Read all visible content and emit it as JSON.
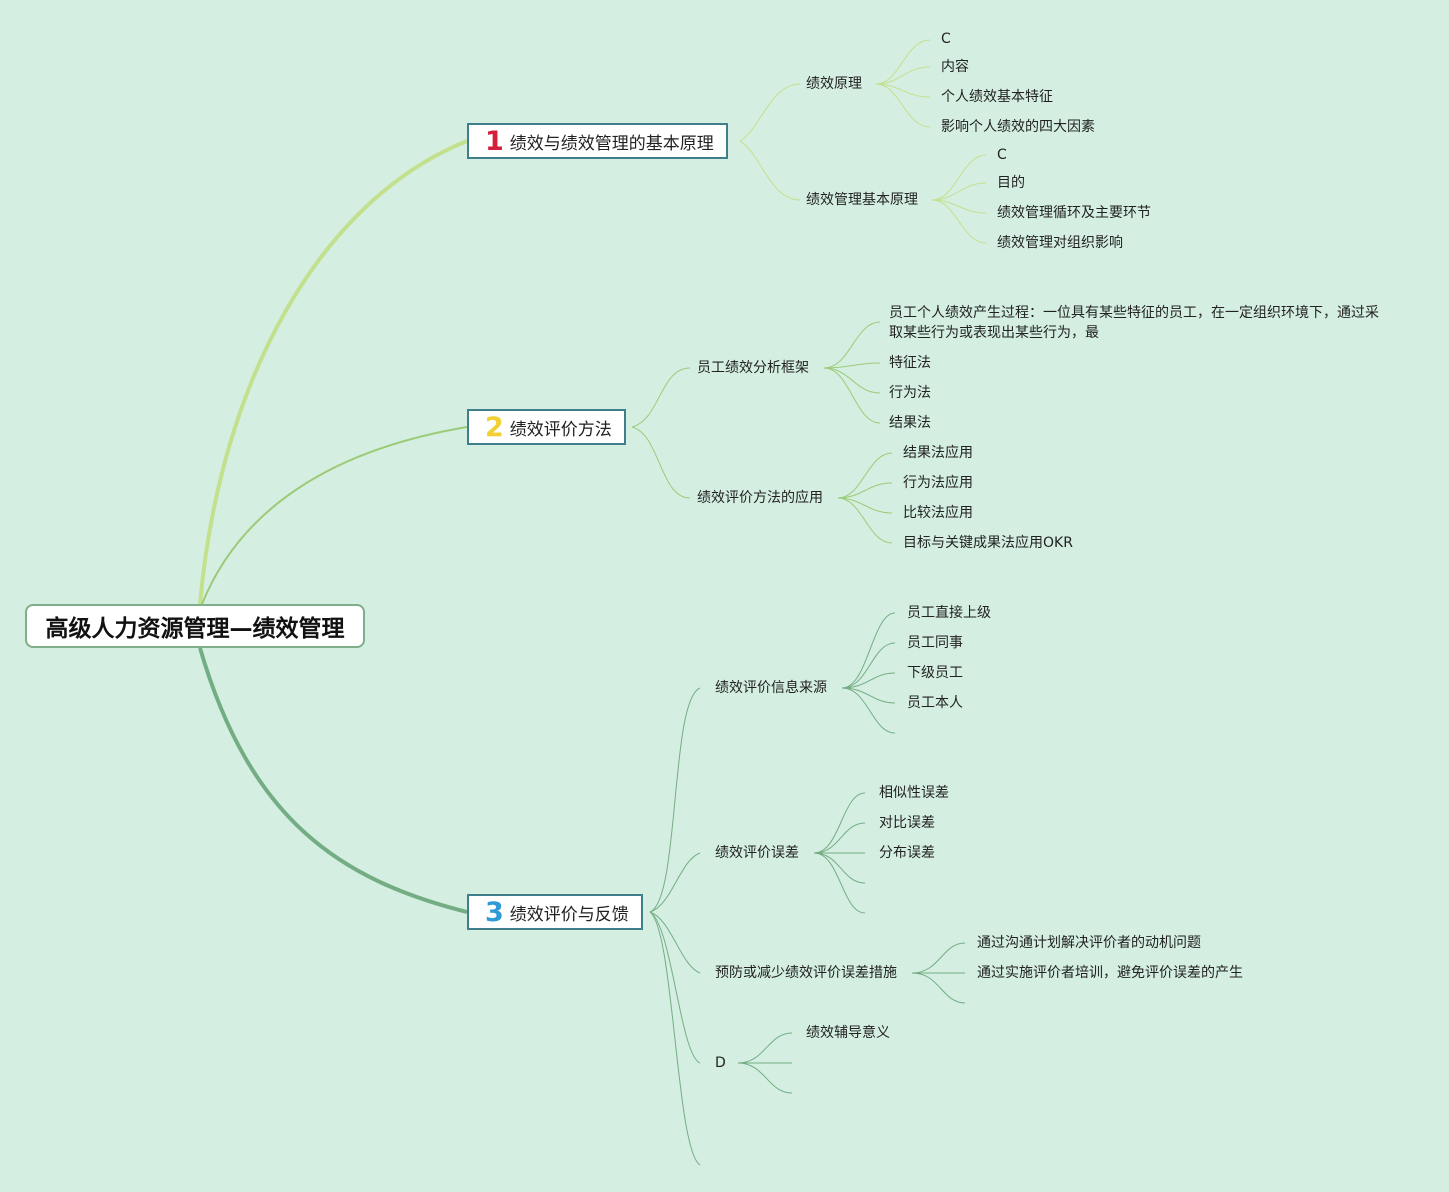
{
  "root": "高级人力资源管理—绩效管理",
  "b1": {
    "num": "1",
    "label": "绩效与绩效管理的基本原理",
    "s1": {
      "label": "绩效原理",
      "leaves": [
        "C",
        "内容",
        "个人绩效基本特征",
        "影响个人绩效的四大因素"
      ]
    },
    "s2": {
      "label": "绩效管理基本原理",
      "leaves": [
        "C",
        "目的",
        "绩效管理循环及主要环节",
        "绩效管理对组织影响"
      ]
    }
  },
  "b2": {
    "num": "2",
    "label": "绩效评价方法",
    "s1": {
      "label": "员工绩效分析框架",
      "leaves": [
        "员工个人绩效产生过程：一位具有某些特征的员工，在一定组织环境下，通过采取某些行为或表现出某些行为，最",
        "特征法",
        "行为法",
        "结果法"
      ]
    },
    "s2": {
      "label": "绩效评价方法的应用",
      "leaves": [
        "结果法应用",
        "行为法应用",
        "比较法应用",
        "目标与关键成果法应用OKR"
      ]
    }
  },
  "b3": {
    "num": "3",
    "label": "绩效评价与反馈",
    "s1": {
      "label": "绩效评价信息来源",
      "leaves": [
        "员工直接上级",
        "员工同事",
        "下级员工",
        "员工本人"
      ]
    },
    "s2": {
      "label": "绩效评价误差",
      "leaves": [
        "相似性误差",
        "对比误差",
        "分布误差"
      ]
    },
    "s3": {
      "label": "预防或减少绩效评价误差措施",
      "leaves": [
        "通过沟通计划解决评价者的动机问题",
        "通过实施评价者培训，避免评价误差的产生"
      ]
    },
    "s4": {
      "label": "D",
      "leaves": [
        "绩效辅导意义"
      ]
    }
  },
  "colors": {
    "background": "#d4efe1",
    "branch1_line": "#c3e08e",
    "branch2_line": "#9ccb78",
    "branch3_line": "#74ad84",
    "branch_border": "#3f7f8c",
    "num1": "#d4203a",
    "num2": "#f2cf33",
    "num3": "#2d9bd8"
  }
}
